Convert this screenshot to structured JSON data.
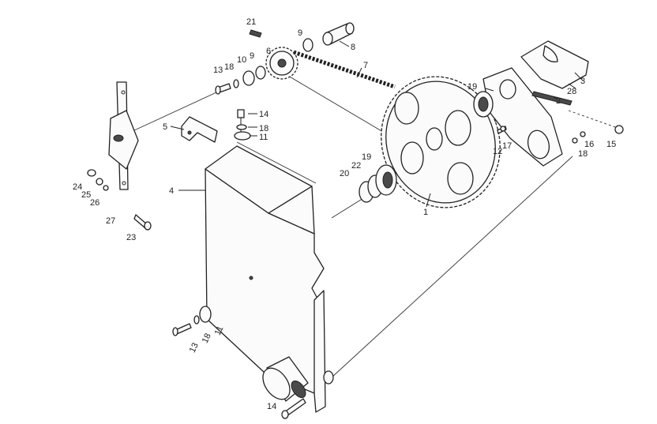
{
  "callouts": [
    {
      "id": "c1",
      "text": "1"
    },
    {
      "id": "c2",
      "text": "2"
    },
    {
      "id": "c3",
      "text": "3"
    },
    {
      "id": "c4",
      "text": "4"
    },
    {
      "id": "c5",
      "text": "5"
    },
    {
      "id": "c6",
      "text": "6"
    },
    {
      "id": "c7",
      "text": "7"
    },
    {
      "id": "c8",
      "text": "8"
    },
    {
      "id": "c9a",
      "text": "9"
    },
    {
      "id": "c9b",
      "text": "9"
    },
    {
      "id": "c10",
      "text": "10"
    },
    {
      "id": "c11a",
      "text": "11"
    },
    {
      "id": "c11b",
      "text": "11"
    },
    {
      "id": "c12",
      "text": "12"
    },
    {
      "id": "c13a",
      "text": "13"
    },
    {
      "id": "c13b",
      "text": "13"
    },
    {
      "id": "c14a",
      "text": "14"
    },
    {
      "id": "c14b",
      "text": "14"
    },
    {
      "id": "c15",
      "text": "15"
    },
    {
      "id": "c16",
      "text": "16"
    },
    {
      "id": "c17",
      "text": "17"
    },
    {
      "id": "c18a",
      "text": "18"
    },
    {
      "id": "c18b",
      "text": "18"
    },
    {
      "id": "c18c",
      "text": "18"
    },
    {
      "id": "c18d",
      "text": "18"
    },
    {
      "id": "c19a",
      "text": "19"
    },
    {
      "id": "c19b",
      "text": "19"
    },
    {
      "id": "c20",
      "text": "20"
    },
    {
      "id": "c21",
      "text": "21"
    },
    {
      "id": "c22",
      "text": "22"
    },
    {
      "id": "c23",
      "text": "23"
    },
    {
      "id": "c24",
      "text": "24"
    },
    {
      "id": "c25",
      "text": "25"
    },
    {
      "id": "c26",
      "text": "26"
    },
    {
      "id": "c27",
      "text": "27"
    },
    {
      "id": "c28",
      "text": "28"
    }
  ]
}
